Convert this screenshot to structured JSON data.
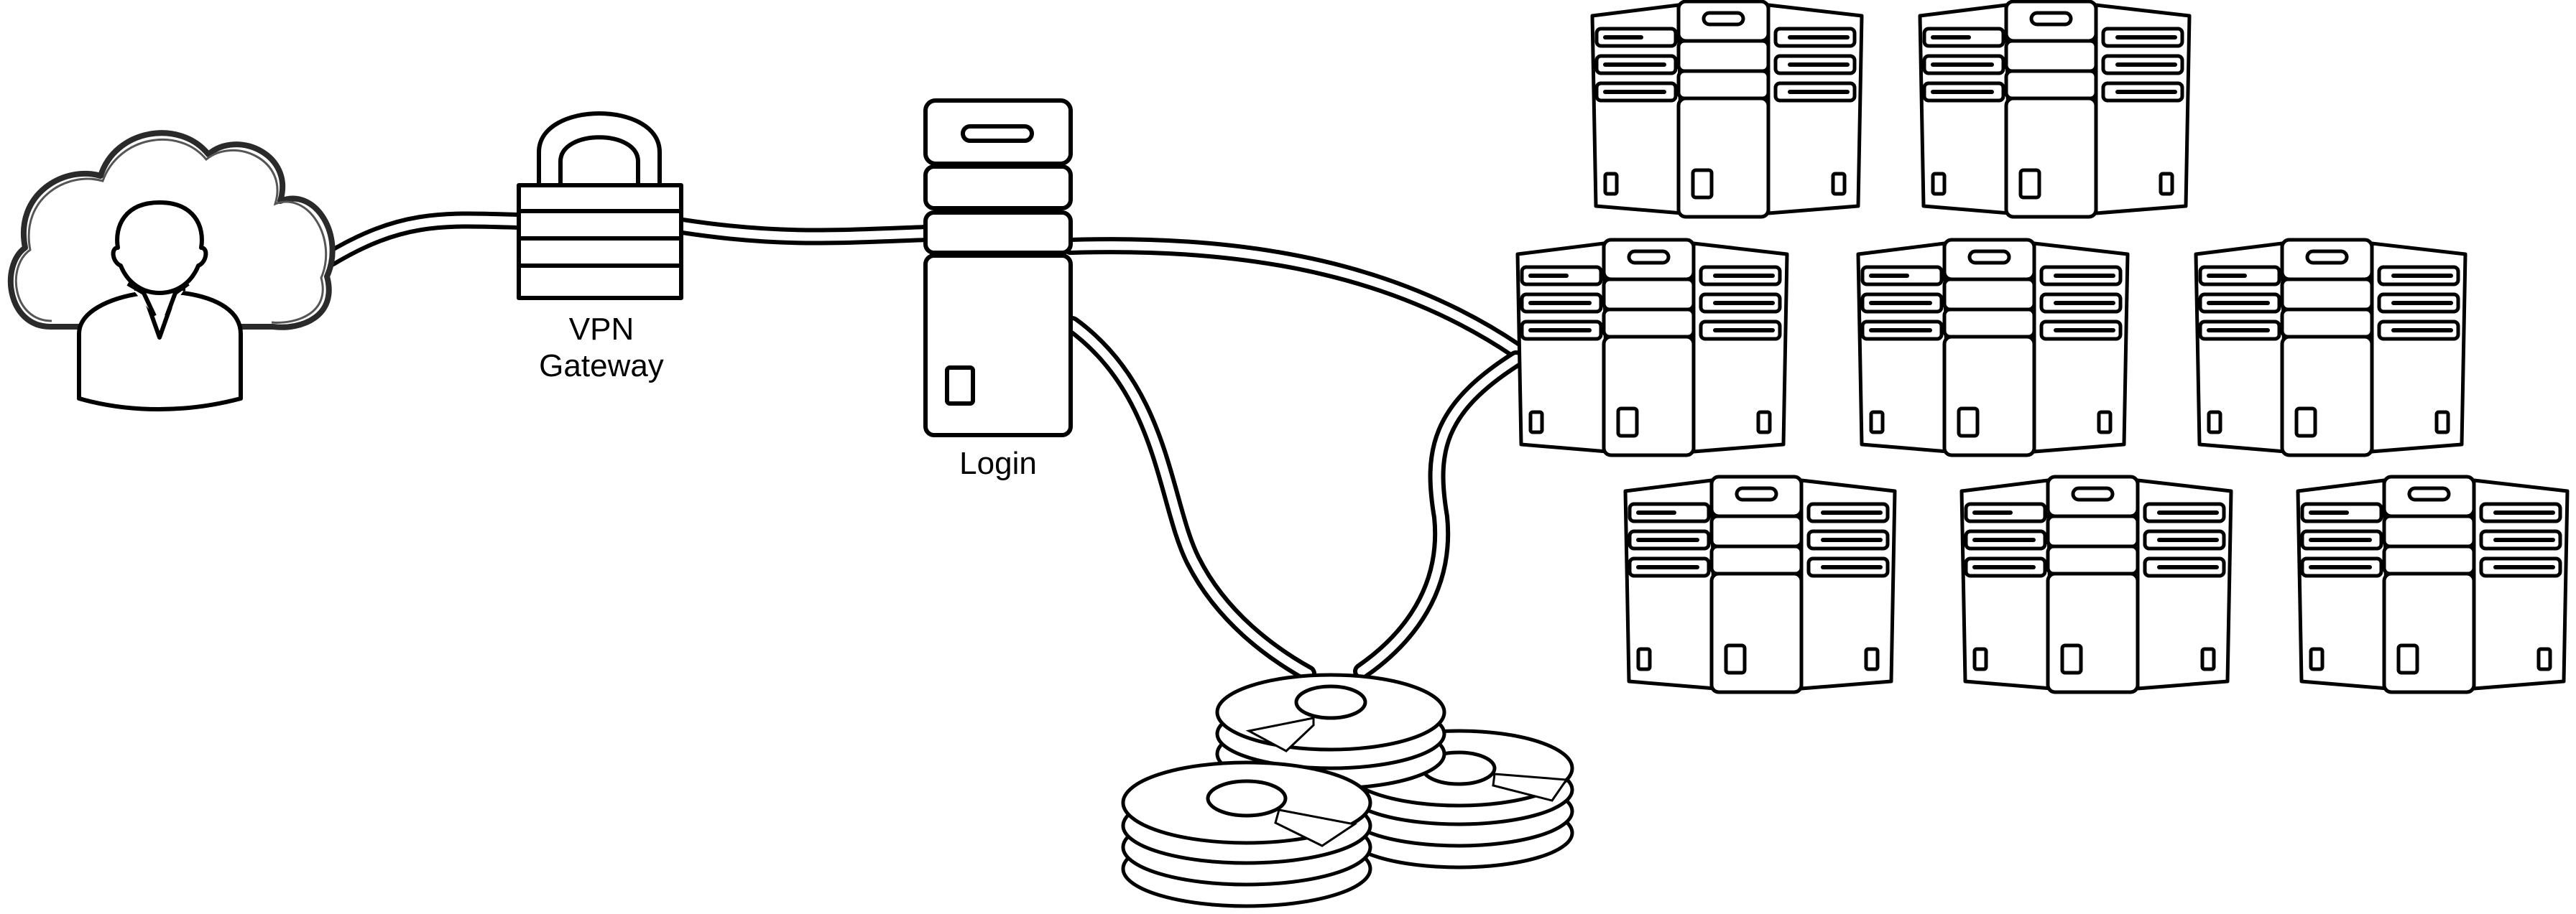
{
  "diagram": {
    "labels": {
      "vpn_line1": "VPN",
      "vpn_line2": "Gateway",
      "login": "Login"
    },
    "colors": {
      "stroke": "#000000",
      "fill": "#ffffff",
      "background": "#ffffff"
    },
    "nodes": [
      {
        "id": "user-cloud",
        "icon": "user-in-cloud-icon"
      },
      {
        "id": "vpn-gateway",
        "icon": "padlock-gateway-icon"
      },
      {
        "id": "login-node",
        "icon": "server-tower-icon"
      },
      {
        "id": "storage",
        "icon": "disk-stack-icon"
      },
      {
        "id": "compute-cluster",
        "icon": "server-rack-group-icon",
        "count": 8
      }
    ]
  }
}
